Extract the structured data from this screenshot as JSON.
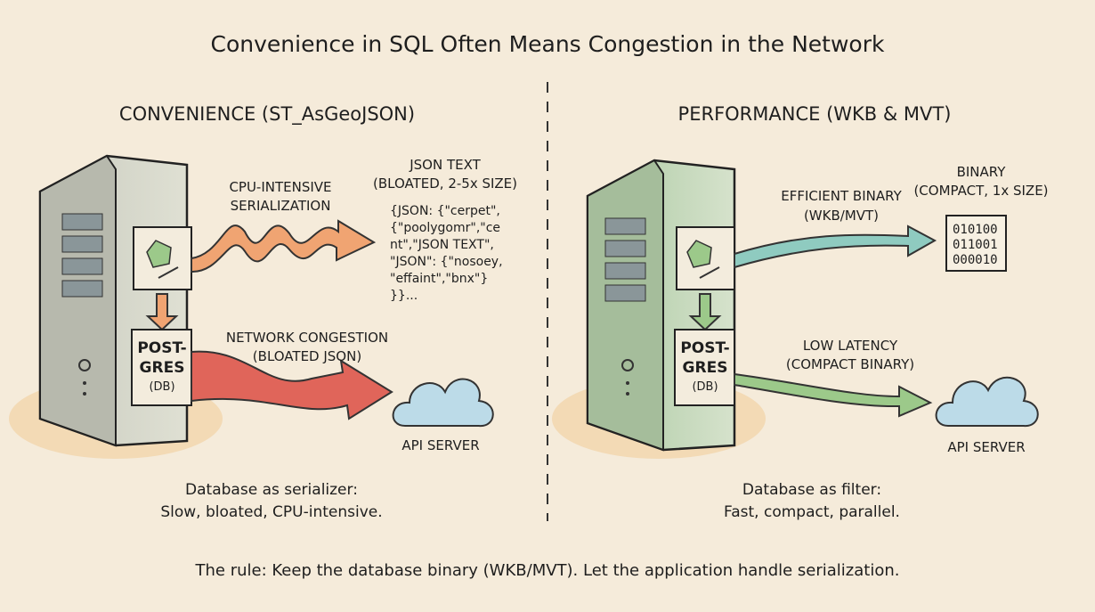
{
  "title": "Convenience in SQL Often Means Congestion in the Network",
  "left": {
    "heading": "CONVENIENCE (ST_AsGeoJSON)",
    "serialization_label": [
      "CPU-INTENSIVE",
      "SERIALIZATION"
    ],
    "json_title": "JSON TEXT",
    "json_subtitle": "(BLOATED, 2-5x SIZE)",
    "json_lines": [
      "{JSON: {\"cerpet\",",
      "{\"poolygomr\",\"ce",
      "nt\",\"JSON TEXT\",",
      "\"JSON\": {\"nosoey,",
      "\"effaint\",\"bnx\"}",
      "}}..."
    ],
    "db_label": [
      "POST-",
      "GRES",
      "(DB)"
    ],
    "network_label": [
      "NETWORK CONGESTION",
      "(BLOATED JSON)"
    ],
    "api_label": "API SERVER",
    "caption": [
      "Database as serializer:",
      "Slow, bloated, CPU-intensive."
    ]
  },
  "right": {
    "heading": "PERFORMANCE (WKB & MVT)",
    "binary_label": [
      "EFFICIENT BINARY",
      "(WKB/MVT)"
    ],
    "binary_title": "BINARY",
    "binary_subtitle": "(COMPACT, 1x SIZE)",
    "binary_lines": [
      "010100",
      "011001",
      "000010"
    ],
    "db_label": [
      "POST-",
      "GRES",
      "(DB)"
    ],
    "latency_label": [
      "LOW LATENCY",
      "(COMPACT BINARY)"
    ],
    "api_label": "API SERVER",
    "caption": [
      "Database as filter:",
      "Fast, compact, parallel."
    ]
  },
  "footer": "The rule: Keep the database binary (WKB/MVT).  Let the application handle serialization.",
  "colors": {
    "background": "#f5ebda",
    "orange": "#f0a472",
    "red": "#e0655a",
    "teal": "#8fcbc0",
    "green": "#9cc98a",
    "cloud": "#bcdbe8"
  }
}
